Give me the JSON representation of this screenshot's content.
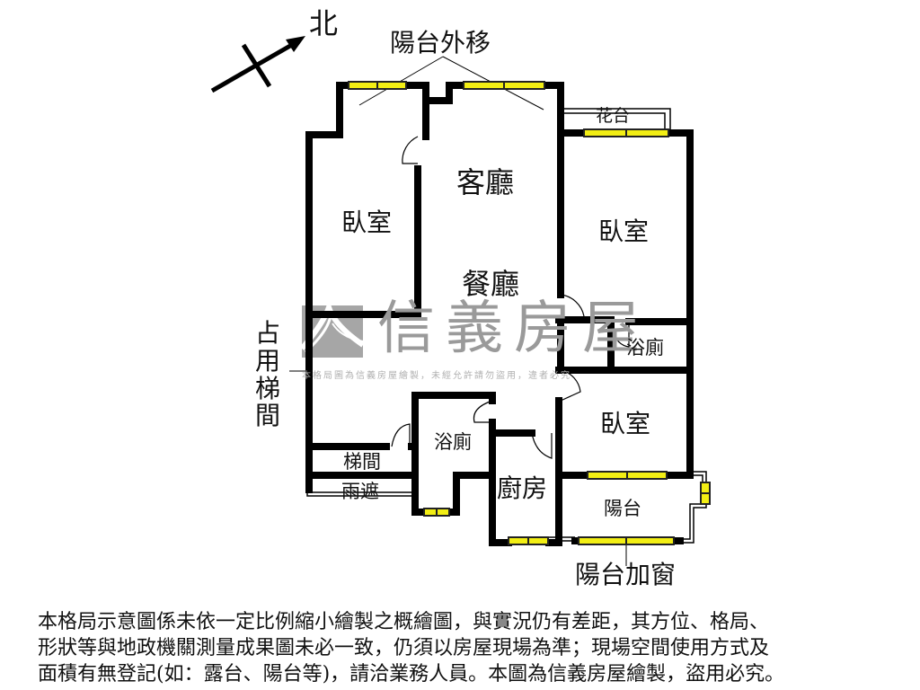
{
  "compass": {
    "label": "北",
    "icon": "north-arrow-icon"
  },
  "annotations": {
    "balcony_moved_out": "陽台外移",
    "occupied_stairwell": [
      "占",
      "用",
      "梯",
      "間"
    ],
    "balcony_window_added": "陽台加窗"
  },
  "rooms": {
    "living_room": "客廳",
    "dining_room": "餐廳",
    "bedroom_left": "臥室",
    "bedroom_right_top": "臥室",
    "bedroom_right_bottom": "臥室",
    "bathroom_right": "浴廁",
    "bathroom_center": "浴廁",
    "kitchen": "廚房",
    "stairwell": "梯間",
    "rain_shelter": "雨遮",
    "planter": "花台",
    "balcony": "陽台"
  },
  "watermark": {
    "brand": "信義房屋",
    "notice": "本格局圖為信義房屋繪製，未經允許請勿盜用，違者必究",
    "logo_color": "#a6a6a6"
  },
  "colors": {
    "wall": "#000000",
    "window_fill": "#f2ee14",
    "window_frame": "#222222",
    "background": "#ffffff"
  },
  "disclaimer": {
    "lines": [
      "本格局示意圖係未依一定比例縮小繪製之概繪圖，與實況仍有差距，其方位、格局、",
      "形狀等與地政機關測量成果圖未必一致，仍須以房屋現場為準；現場空間使用方式及",
      "面積有無登記(如：露台、陽台等)，請洽業務人員。本圖為信義房屋繪製，盜用必究。"
    ]
  }
}
